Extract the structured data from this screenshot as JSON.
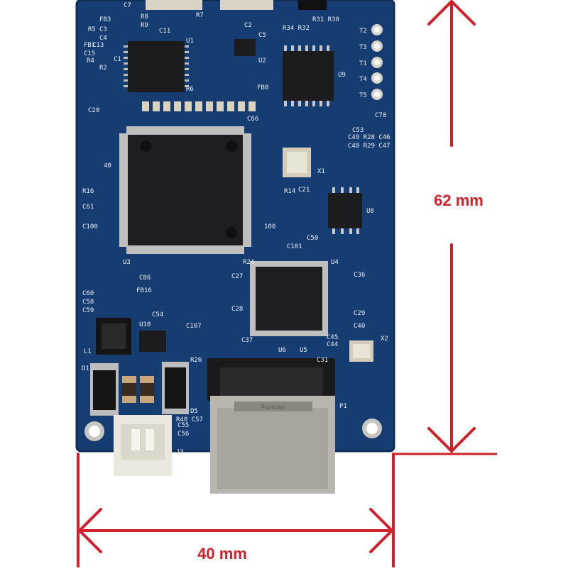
{
  "dimensions": {
    "height_label": "62 mm",
    "width_label": "40 mm"
  },
  "colors": {
    "board": "#163d72",
    "board_dark": "#0f2d57",
    "arrow": "#d0212b",
    "chip": "#1c1c1f",
    "metal": "#b9b6ad"
  },
  "silkscreen": {
    "u3": "U3",
    "u4": "U4",
    "u8": "U8",
    "u9": "U9",
    "x1": "X1",
    "x2": "X2",
    "p1": "P1",
    "j3": "J3",
    "l1": "L1",
    "d1": "D1",
    "d5": "D5",
    "u10": "U10",
    "pin40": "40",
    "pin100": "100",
    "t2": "T2",
    "t3": "T3",
    "t1": "T1",
    "t4": "T4",
    "t5": "T5",
    "r1": "R31 R30",
    "r2": "R34 R32",
    "c70": "C70",
    "c49": "C49 R28 C46",
    "c48": "C48 R29 C47",
    "c36": "C36",
    "c29": "C29",
    "c40": "C40",
    "c60": "C60",
    "c58": "C58",
    "c59": "C59",
    "c100": "C100",
    "c61": "C61",
    "r16": "R16",
    "c20": "C20",
    "c55": "C55",
    "c56": "C56",
    "r40": "R40 C57",
    "c54": "C54",
    "c107": "C107",
    "r26": "R26",
    "fb16": "FB16",
    "c86": "C86",
    "r24": "R24",
    "c27": "C27",
    "c28": "C28",
    "c37": "C37",
    "c44": "C44",
    "c45": "C45",
    "c31": "C31",
    "u5": "U5",
    "u6": "U6",
    "c101": "C101",
    "c50": "C50",
    "c53": "C53",
    "c66": "C66",
    "c21": "C21",
    "r14": "R14",
    "fb8": "FB8",
    "c1": "C1",
    "c2": "C2",
    "c7": "C7",
    "r7": "R7",
    "r8": "R8",
    "r9": "R9",
    "c11": "C11",
    "u1": "U1",
    "u2": "U2",
    "c5": "C5",
    "r6": "R6",
    "fb3": "FB3",
    "fb1": "FB1",
    "c4": "C4",
    "c3": "C3",
    "r5": "R5",
    "r4": "R4",
    "r2b": "R2",
    "c15": "C15",
    "c13": "C13"
  },
  "hdmi_brand": "Foxconn"
}
